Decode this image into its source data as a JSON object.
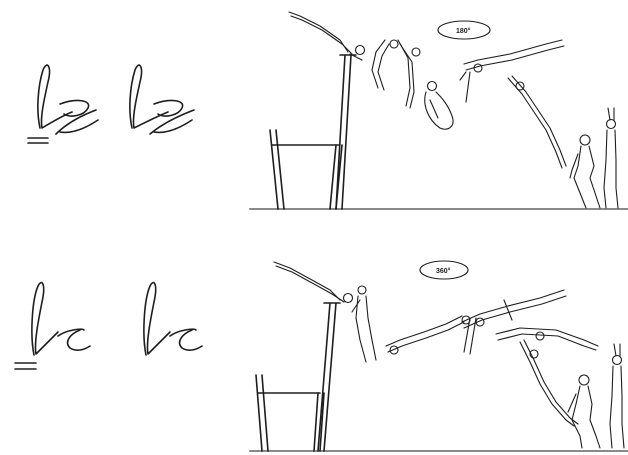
{
  "rows": [
    {
      "rotation_label": "180°",
      "symbol_variants": [
        "with-base-line",
        "plain"
      ]
    },
    {
      "rotation_label": "360°",
      "symbol_variants": [
        "with-base-line",
        "plain"
      ]
    }
  ],
  "colors": {
    "ink": "#1e1e1e",
    "floor": "#8a8a8a",
    "background": "#ffffff"
  },
  "icons": [
    "handwritten-skill-symbol",
    "gymnast-figure",
    "uneven-bars",
    "rotation-arrow"
  ]
}
